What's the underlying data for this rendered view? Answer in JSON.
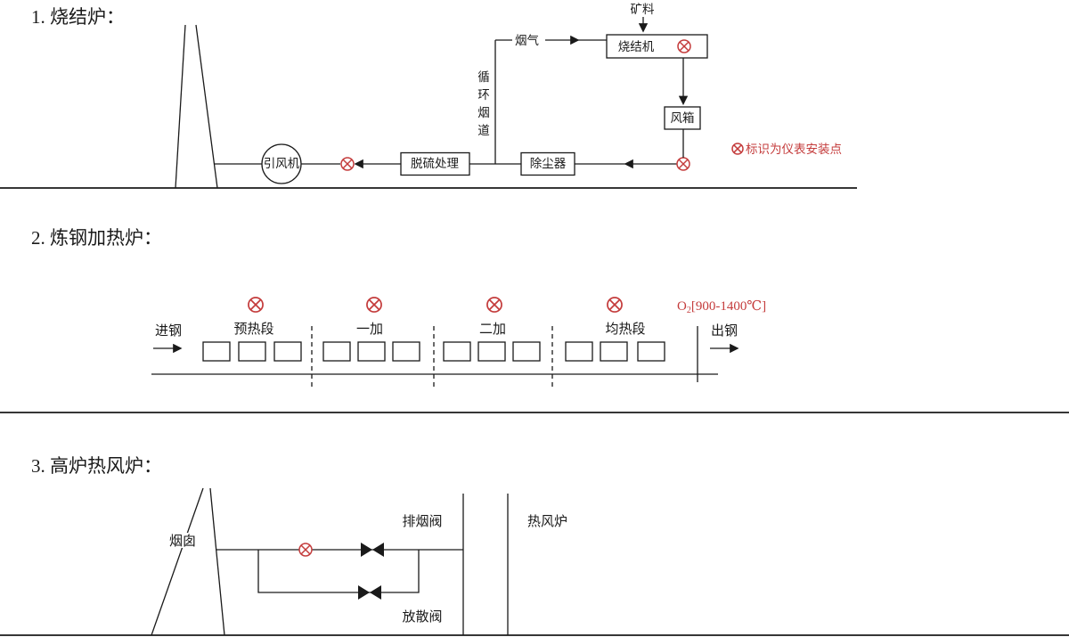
{
  "colors": {
    "ink": "#1a1a1a",
    "accent_red": "#c43c3c",
    "background": "#ffffff"
  },
  "sections": {
    "s1": {
      "title": "1. 烧结炉：",
      "labels": {
        "fan": "引风机",
        "desulfurization": "脱硫处理",
        "dust_collector": "除尘器",
        "sintering_machine": "烧结机",
        "wind_box": "风箱",
        "ore": "矿料",
        "flue_gas": "烟气",
        "circ_flue": "循环烟道",
        "legend": "标识为仪表安装点"
      }
    },
    "s2": {
      "title": "2. 炼钢加热炉：",
      "zones": [
        "预热段",
        "一加",
        "二加",
        "均热段"
      ],
      "steel_in": "进钢",
      "steel_out": "出钢",
      "o2": {
        "symbol": "O",
        "sub": "2",
        "range": "[900-1400℃]"
      }
    },
    "s3": {
      "title": "3. 高炉热风炉：",
      "labels": {
        "chimney": "烟囱",
        "smoke_valve": "排烟阀",
        "release_valve": "放散阀",
        "stove": "热风炉"
      }
    }
  }
}
